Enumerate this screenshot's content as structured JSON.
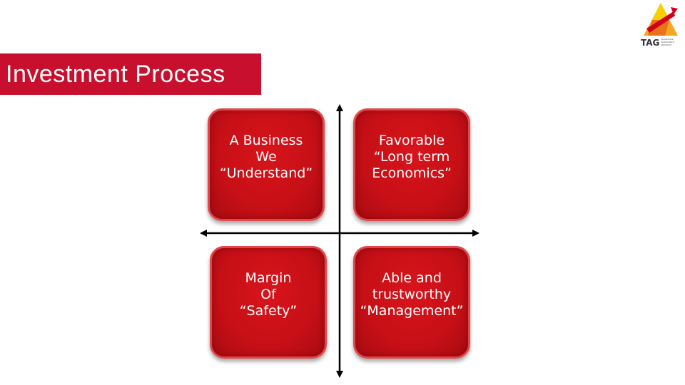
{
  "slide": {
    "title": "Investment Process"
  },
  "logo": {
    "word": "TAG",
    "sub_lines": [
      "INSURANCE",
      "INVESTMENT",
      "ADVISORY"
    ],
    "colors": {
      "orange": "#f5a623",
      "red": "#d0021b",
      "yellow": "#f8d000"
    }
  },
  "quadrants": [
    {
      "id": "top-left",
      "lines": [
        "A Business",
        "We",
        "“Understand”"
      ]
    },
    {
      "id": "top-right",
      "lines": [
        "Favorable",
        "“Long term",
        "Economics”"
      ]
    },
    {
      "id": "bottom-left",
      "lines": [
        "Margin",
        "Of",
        "“Safety”"
      ]
    },
    {
      "id": "bottom-right",
      "lines": [
        "Able and",
        "trustworthy",
        "“Management”"
      ]
    }
  ],
  "colors": {
    "accent": "#c8102e",
    "tile": "#c60f16",
    "axis": "#000000"
  }
}
